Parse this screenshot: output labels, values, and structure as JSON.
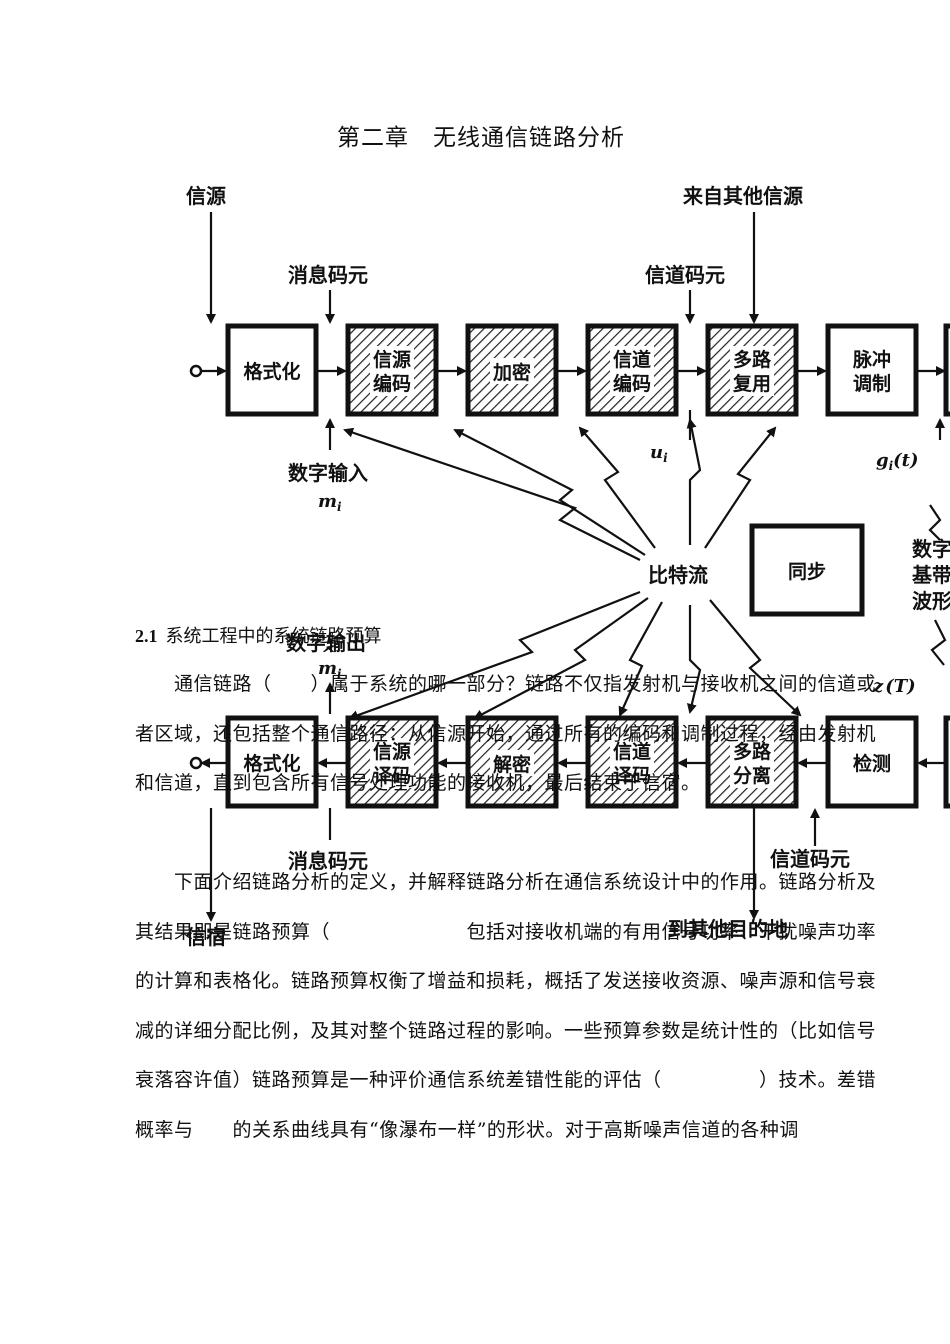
{
  "chapter_title": "第二章　无线通信链路分析",
  "diagram": {
    "top_row_blocks": [
      {
        "line1": "格式化",
        "line2": "",
        "hatched": false
      },
      {
        "line1": "信源",
        "line2": "编码",
        "hatched": true
      },
      {
        "line1": "加密",
        "line2": "",
        "hatched": true
      },
      {
        "line1": "信道",
        "line2": "编码",
        "hatched": true
      },
      {
        "line1": "多路",
        "line2": "复用",
        "hatched": true
      },
      {
        "line1": "脉冲",
        "line2": "调制",
        "hatched": false
      }
    ],
    "bottom_row_blocks": [
      {
        "line1": "格式化",
        "line2": "",
        "hatched": false
      },
      {
        "line1": "信源",
        "line2": "译码",
        "hatched": true
      },
      {
        "line1": "解密",
        "line2": "",
        "hatched": true
      },
      {
        "line1": "信道",
        "line2": "译码",
        "hatched": true
      },
      {
        "line1": "多路",
        "line2": "分离",
        "hatched": true
      },
      {
        "line1": "检测",
        "line2": "",
        "hatched": false
      }
    ],
    "source_label": "信源",
    "other_sources_label": "来自其他信源",
    "message_symbols_top": "消息码元",
    "channel_symbols_top": "信道码元",
    "digital_input": "数字输入",
    "m_i": "m",
    "m_i_sub": "i",
    "u_i": "u",
    "u_i_sub": "i",
    "g_label": "g",
    "g_sub": "i",
    "g_arg": "(t)",
    "bitstream": "比特流",
    "sync": "同步",
    "baseband_lines": [
      "数字",
      "基带",
      "波形"
    ],
    "digital_output": "数字输出",
    "m_hat_i": "m",
    "m_hat_sub": "i",
    "hat_mark": "^",
    "z_label": "z",
    "z_arg": "(T)",
    "message_symbols_bottom": "消息码元",
    "channel_symbols_bottom": "信道码元",
    "sink_label": "信宿",
    "to_other_dest": "到其他目的地"
  },
  "section": {
    "number": "2.1",
    "title": "系统工程中的系统链路预算"
  },
  "paragraphs": [
    "　　通信链路（　　）属于系统的哪一部分？链路不仅指发射机与接收机之间的信道或者区域，还包括整个通信路径：从信源开始，通过所有的编码和调制过程，经由发射机和信道，直到包含所有信号处理功能的接收机，最后结束于信宿。",
    "　　下面介绍链路分析的定义，并解释链路分析在通信系统设计中的作用。链路分析及其结果即是链路预算（　　　　　　　包括对接收机端的有用信号功率、干扰噪声功率的计算和表格化。链路预算权衡了增益和损耗，概括了发送接收资源、噪声源和信号衰减的详细分配比例，及其对整个链路过程的影响。一些预算参数是统计性的（比如信号衰落容许值）链路预算是一种评价通信系统差错性能的评估（　　　　　）技术。差错概率与　　的关系曲线具有“像瀑布一样”的形状。对于高斯噪声信道的各种调"
  ]
}
